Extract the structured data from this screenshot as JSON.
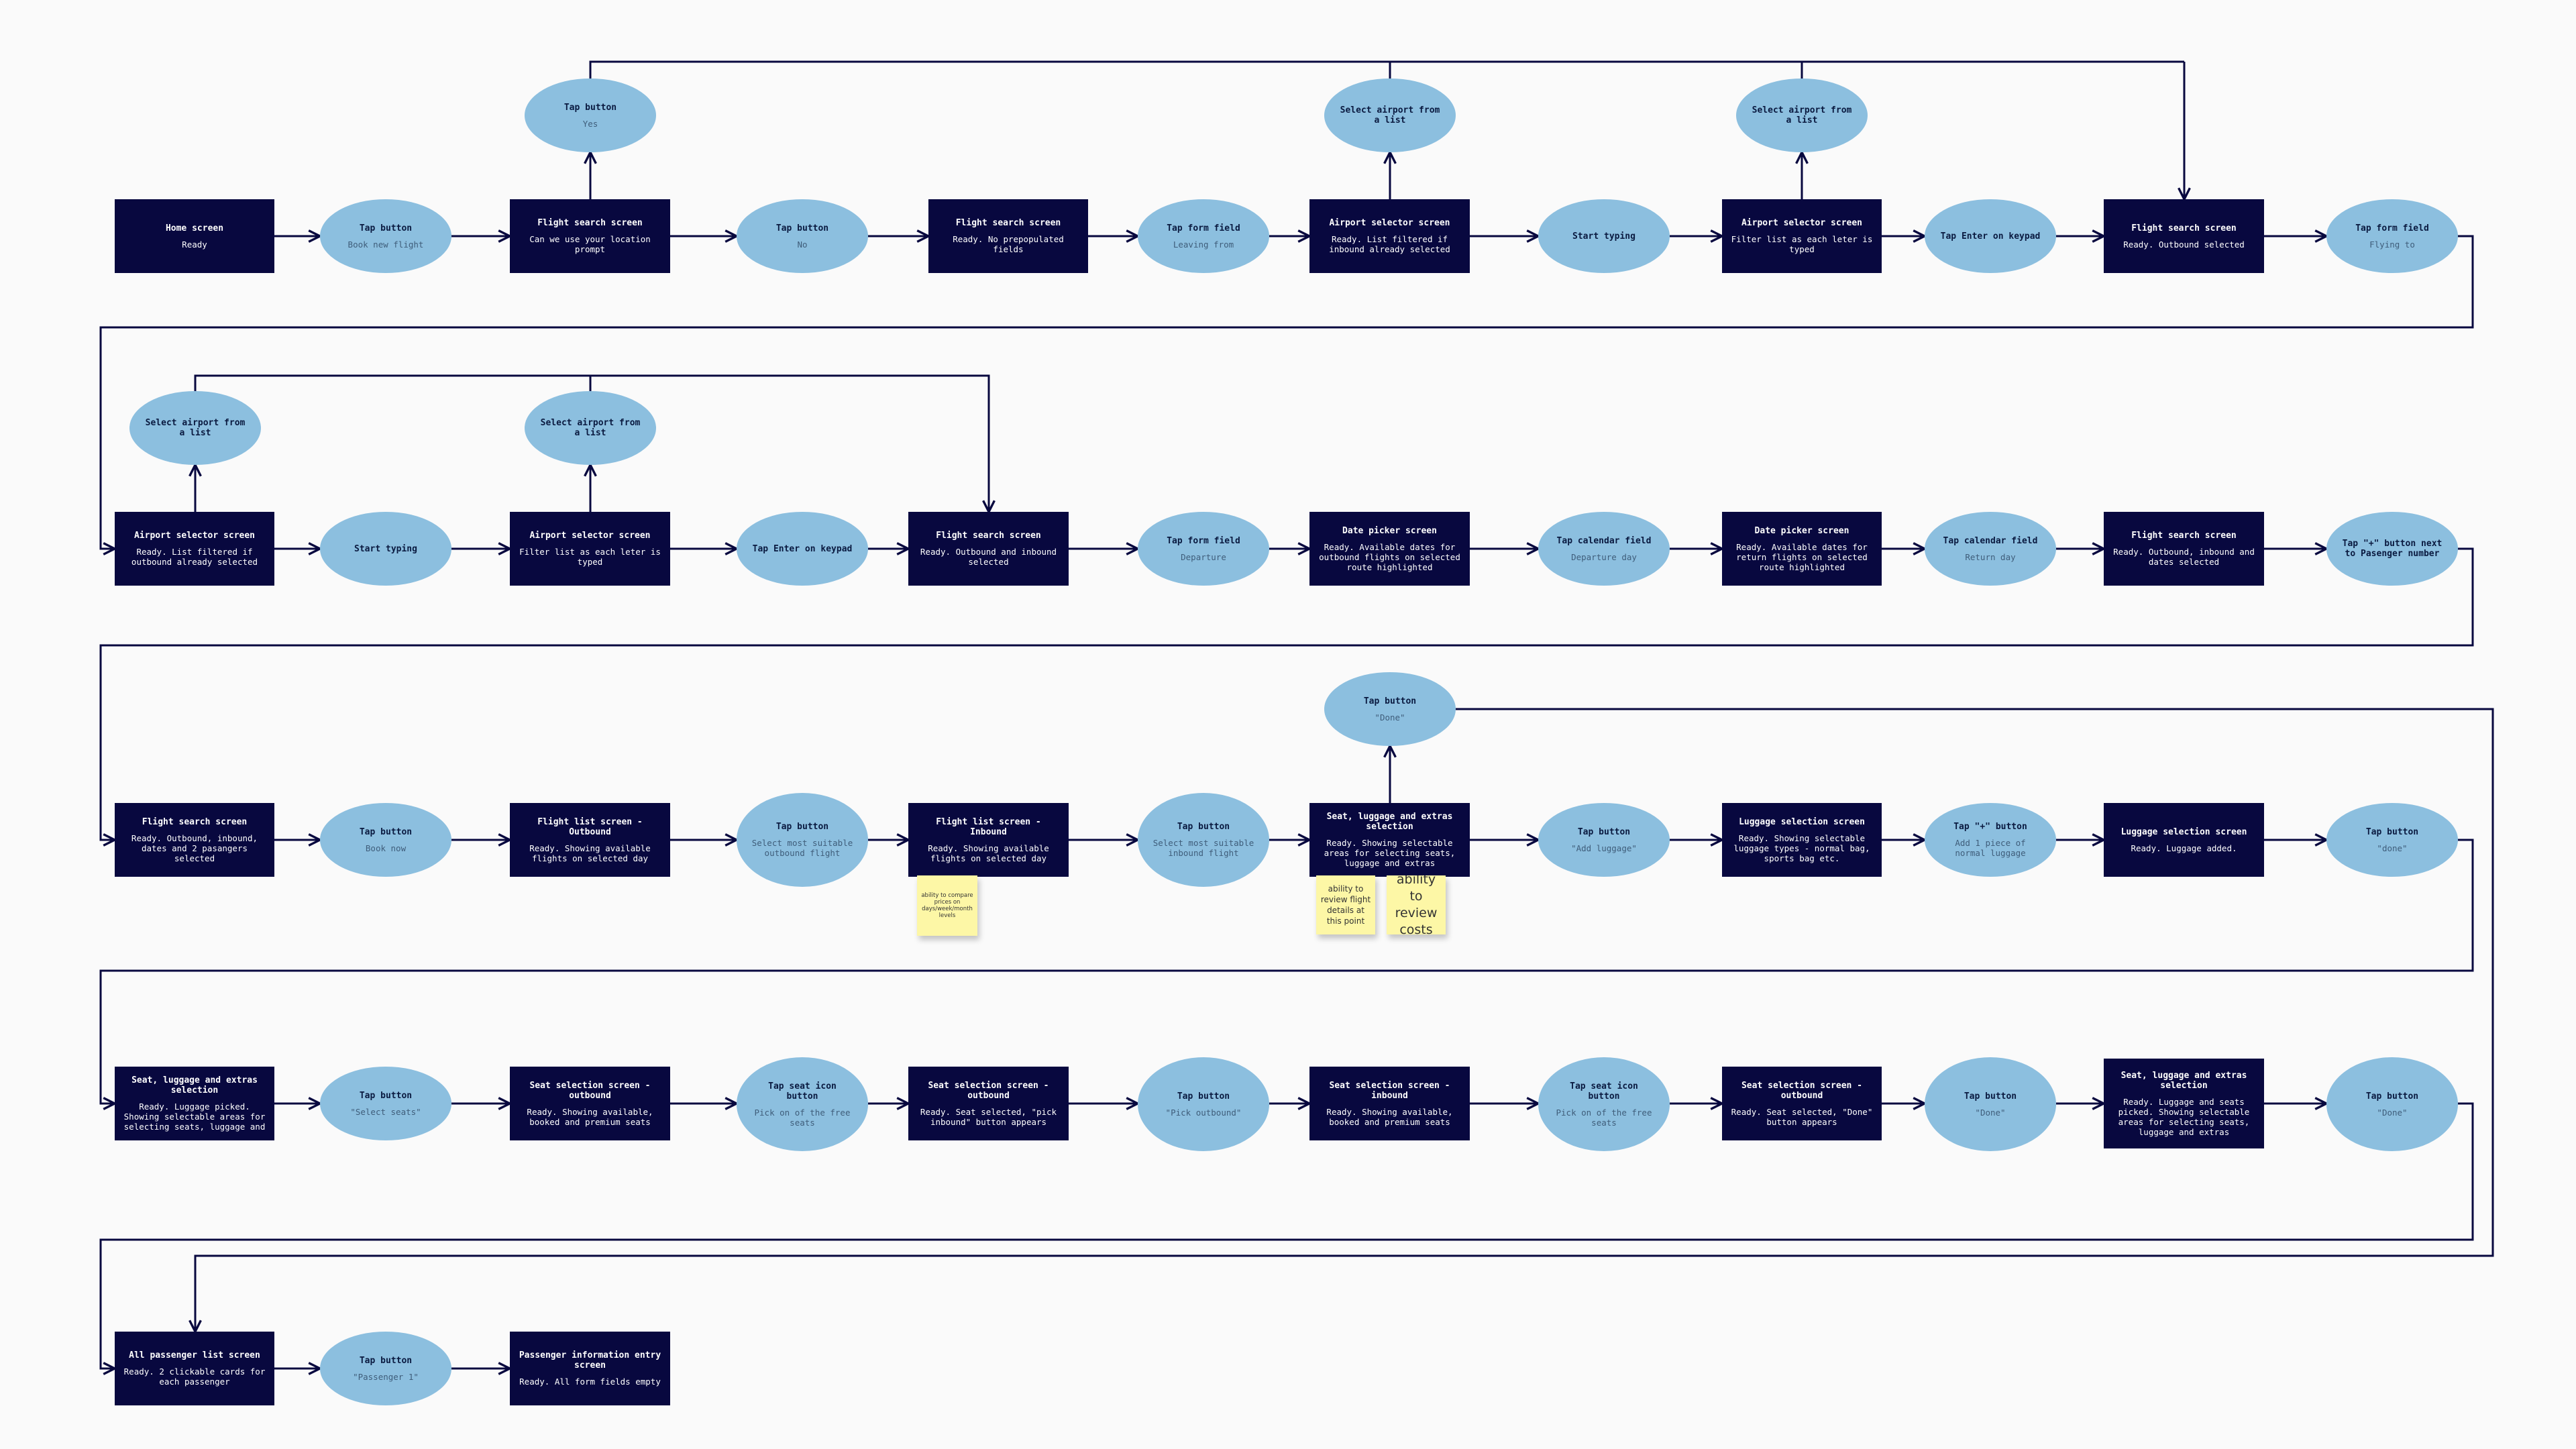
{
  "colors": {
    "screen_node": "#08083f",
    "action_node": "#8cbfdf",
    "connector": "#08083f",
    "sticky_note": "#fdf7a6",
    "background": "#fafafa"
  },
  "row1": {
    "n1": {
      "title": "Home screen",
      "sub": "Ready"
    },
    "n2": {
      "title": "Tap button",
      "sub": "Book new flight"
    },
    "n3": {
      "title": "Flight search screen",
      "sub": "Can we use your location prompt"
    },
    "n3a": {
      "title": "Tap button",
      "sub": "Yes"
    },
    "n4": {
      "title": "Tap button",
      "sub": "No"
    },
    "n5": {
      "title": "Flight search screen",
      "sub": "Ready. No prepopulated fields"
    },
    "n6": {
      "title": "Tap form field",
      "sub": "Leaving from"
    },
    "n7": {
      "title": "Airport selector screen",
      "sub": "Ready. List filtered if inbound already selected"
    },
    "n7a": {
      "title": "Select airport from a list"
    },
    "n8": {
      "title": "Start typing"
    },
    "n9": {
      "title": "Airport selector screen",
      "sub": "Filter list as each leter is typed"
    },
    "n9a": {
      "title": "Select airport from a list"
    },
    "n10": {
      "title": "Tap Enter on keypad"
    },
    "n11": {
      "title": "Flight search screen",
      "sub": "Ready. Outbound selected"
    },
    "n12": {
      "title": "Tap form field",
      "sub": "Flying to"
    }
  },
  "row2": {
    "n1": {
      "title": "Airport selector screen",
      "sub": "Ready. List filtered if outbound already selected"
    },
    "n1a": {
      "title": "Select airport from a list"
    },
    "n2": {
      "title": "Start typing"
    },
    "n3": {
      "title": "Airport selector screen",
      "sub": "Filter list as each leter is typed"
    },
    "n3a": {
      "title": "Select airport from a list"
    },
    "n4": {
      "title": "Tap Enter on keypad"
    },
    "n5": {
      "title": "Flight search screen",
      "sub": "Ready. Outbound and inbound selected"
    },
    "n6": {
      "title": "Tap form field",
      "sub": "Departure"
    },
    "n7": {
      "title": "Date picker screen",
      "sub": "Ready. Available dates for outbound flights on selected route highlighted"
    },
    "n8": {
      "title": "Tap calendar field",
      "sub": "Departure day"
    },
    "n9": {
      "title": "Date picker screen",
      "sub": "Ready. Available dates for return flights on selected route highlighted"
    },
    "n10": {
      "title": "Tap calendar field",
      "sub": "Return day"
    },
    "n11": {
      "title": "Flight search screen",
      "sub": "Ready. Outbound, inbound and dates selected"
    },
    "n12": {
      "title": "Tap \"+\" button next to Pasenger number"
    }
  },
  "row3": {
    "n1": {
      "title": "Flight search screen",
      "sub": "Ready. Outbound, inbound, dates and 2 pasangers selected"
    },
    "n2": {
      "title": "Tap button",
      "sub": "Book now"
    },
    "n3": {
      "title": "Flight list screen - Outbound",
      "sub": "Ready. Showing available flights on selected day"
    },
    "n4": {
      "title": "Tap button",
      "sub": "Select most suitable outbound flight"
    },
    "n5": {
      "title": "Flight list screen - Inbound",
      "sub": "Ready. Showing available flights on selected day"
    },
    "n6": {
      "title": "Tap button",
      "sub": "Select most suitable inbound flight"
    },
    "n7": {
      "title": "Seat, luggage and extras selection",
      "sub": "Ready. Showing selectable areas for selecting seats, luggage and extras"
    },
    "n7a": {
      "title": "Tap button",
      "sub": "\"Done\""
    },
    "n8": {
      "title": "Tap button",
      "sub": "\"Add luggage\""
    },
    "n9": {
      "title": "Luggage selection screen",
      "sub": "Ready. Showing selectable luggage types - normal bag, sports bag etc."
    },
    "n10": {
      "title": "Tap \"+\" button",
      "sub": "Add 1 piece of normal luggage"
    },
    "n11": {
      "title": "Luggage selection screen",
      "sub": "Ready. Luggage added."
    },
    "n12": {
      "title": "Tap button",
      "sub": "\"done\""
    }
  },
  "notes": {
    "compare": "ability to compare prices on days/week/month levels",
    "review_flight": "ability to review flight details at this point",
    "review_costs": "ability to review costs"
  },
  "row4": {
    "n1": {
      "title": "Seat, luggage and extras selection",
      "sub": "Ready. Luggage picked. Showing selectable areas for selecting seats, luggage and"
    },
    "n2": {
      "title": "Tap button",
      "sub": "\"Select seats\""
    },
    "n3": {
      "title": "Seat selection screen - outbound",
      "sub": "Ready. Showing available, booked and premium seats"
    },
    "n4": {
      "title": "Tap seat icon button",
      "sub": "Pick on of the free seats"
    },
    "n5": {
      "title": "Seat selection screen - outbound",
      "sub": "Ready. Seat selected, \"pick inbound\" button appears"
    },
    "n6": {
      "title": "Tap button",
      "sub": "\"Pick outbound\""
    },
    "n7": {
      "title": "Seat selection screen - inbound",
      "sub": "Ready. Showing available, booked and premium seats"
    },
    "n8": {
      "title": "Tap seat icon button",
      "sub": "Pick on of the free seats"
    },
    "n9": {
      "title": "Seat selection screen - outbound",
      "sub": "Ready. Seat selected, \"Done\" button appears"
    },
    "n10": {
      "title": "Tap button",
      "sub": "\"Done\""
    },
    "n11": {
      "title": "Seat, luggage and extras selection",
      "sub": "Ready. Luggage and seats picked. Showing selectable areas for selecting seats, luggage and extras"
    },
    "n12": {
      "title": "Tap button",
      "sub": "\"Done\""
    }
  },
  "row5": {
    "n1": {
      "title": "All passenger list screen",
      "sub": "Ready. 2 clickable cards for each passenger"
    },
    "n2": {
      "title": "Tap button",
      "sub": "\"Passenger 1\""
    },
    "n3": {
      "title": "Passenger information entry screen",
      "sub": "Ready. All form fields empty"
    }
  }
}
